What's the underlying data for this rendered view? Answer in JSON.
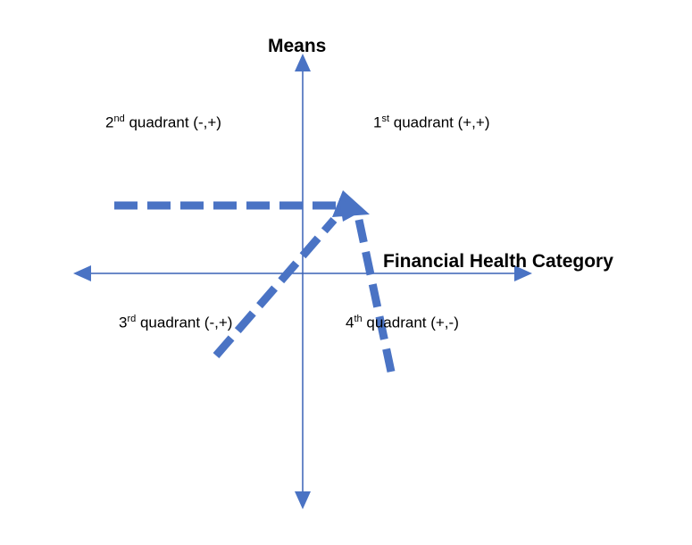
{
  "axes": {
    "y_title": "Means",
    "x_title": "Financial Health Category"
  },
  "quadrants": [
    {
      "id": "q1",
      "ordinal": "1",
      "suffix": "st",
      "label": " quadrant (+,+)"
    },
    {
      "id": "q2",
      "ordinal": "2",
      "suffix": "nd",
      "label": " quadrant (-,+)"
    },
    {
      "id": "q3",
      "ordinal": "3",
      "suffix": "rd",
      "label": " quadrant (-,+)"
    },
    {
      "id": "q4",
      "ordinal": "4",
      "suffix": "th",
      "label": " quadrant (+,-)"
    }
  ],
  "colors": {
    "axis": "#3a62b5",
    "dashed_arrow": "#4a73c4"
  }
}
